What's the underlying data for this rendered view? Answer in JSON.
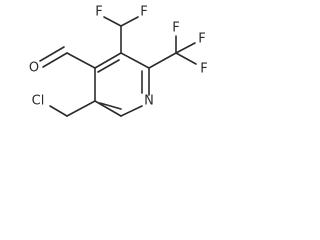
{
  "molecule": {
    "atoms": {
      "F1": "F",
      "F2": "F",
      "F3": "F",
      "F4": "F",
      "F5": "F",
      "O": "O",
      "N": "N",
      "Cl": "Cl"
    }
  }
}
